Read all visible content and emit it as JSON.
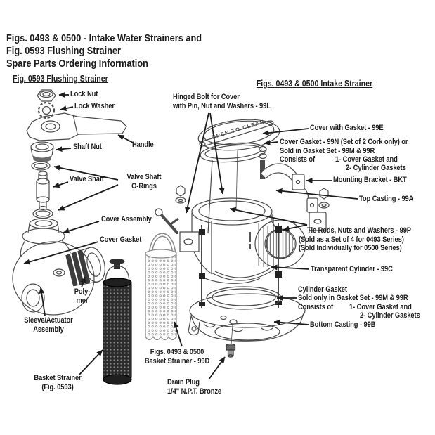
{
  "colors": {
    "background": "#ffffff",
    "ink": "#1c1c1c",
    "line_art": "#4a4a4a"
  },
  "header": {
    "line1": "Figs. 0493 & 0500 - Intake Water Strainers and",
    "line2": "Fig. 0593 Flushing Strainer",
    "line3": "Spare Parts Ordering Information"
  },
  "left_section": {
    "title": "Fig. 0593 Flushing Strainer",
    "labels": {
      "lock_nut": "Lock Nut",
      "lock_washer": "Lock Washer",
      "handle": "Handle",
      "shaft_nut": "Shaft Nut",
      "valve_shaft": "Valve Shaft",
      "valve_shaft_orings_line1": "Valve Shaft",
      "valve_shaft_orings_line2": "O-Rings",
      "cover_assembly": "Cover Assembly",
      "cover_gasket": "Cover Gasket",
      "polymer_line1": "Poly-",
      "polymer_line2": "mer",
      "sleeve_actuator_line1": "Sleeve/Actuator",
      "sleeve_actuator_line2": "Assembly",
      "basket_strainer_line1": "Basket Strainer",
      "basket_strainer_line2": "(Fig. 0593)"
    }
  },
  "right_section": {
    "title": "Figs. 0493 & 0500 Intake Strainer",
    "cover_embossed_text": "OPEN TO CLEAN",
    "labels": {
      "hinged_bolt_line1": "Hinged Bolt for Cover",
      "hinged_bolt_line2": "with Pin, Nut and Washers - 99L",
      "cover_with_gasket": "Cover with Gasket - 99E",
      "cover_gasket_line1": "Cover Gasket - 99N (Set of 2 Cork only) or",
      "cover_gasket_line2": "Sold in Gasket Set - 99M & 99R",
      "cover_gasket_line3a": "Consists of",
      "cover_gasket_line3b": "1- Cover Gasket and",
      "cover_gasket_line4": "2- Cylinder Gaskets",
      "mounting_bracket": "Mounting Bracket - BKT",
      "top_casting": "Top Casting - 99A",
      "tie_rods_line1": "Tie Rods, Nuts and Washers - 99P",
      "tie_rods_line2": "(Sold as a Set of 4 for 0493 Series)",
      "tie_rods_line3": "(Sold Individually for 0500 Series)",
      "transparent_cylinder": "Transparent Cylinder - 99C",
      "cylinder_gasket_line1": "Cylinder Gasket",
      "cylinder_gasket_line2": "Sold only in Gasket Set - 99M & 99R",
      "cylinder_gasket_line3a": "Consists of",
      "cylinder_gasket_line3b": "1- Cover Gasket and",
      "cylinder_gasket_line4": "2- Cylinder Gaskets",
      "bottom_casting": "Bottom Casting - 99B",
      "basket_strainer_99d_line1": "Figs. 0493 & 0500",
      "basket_strainer_99d_line2": "Basket Strainer - 99D",
      "drain_plug_line1": "Drain Plug",
      "drain_plug_line2": "1/4\" N.P.T. Bronze"
    }
  }
}
